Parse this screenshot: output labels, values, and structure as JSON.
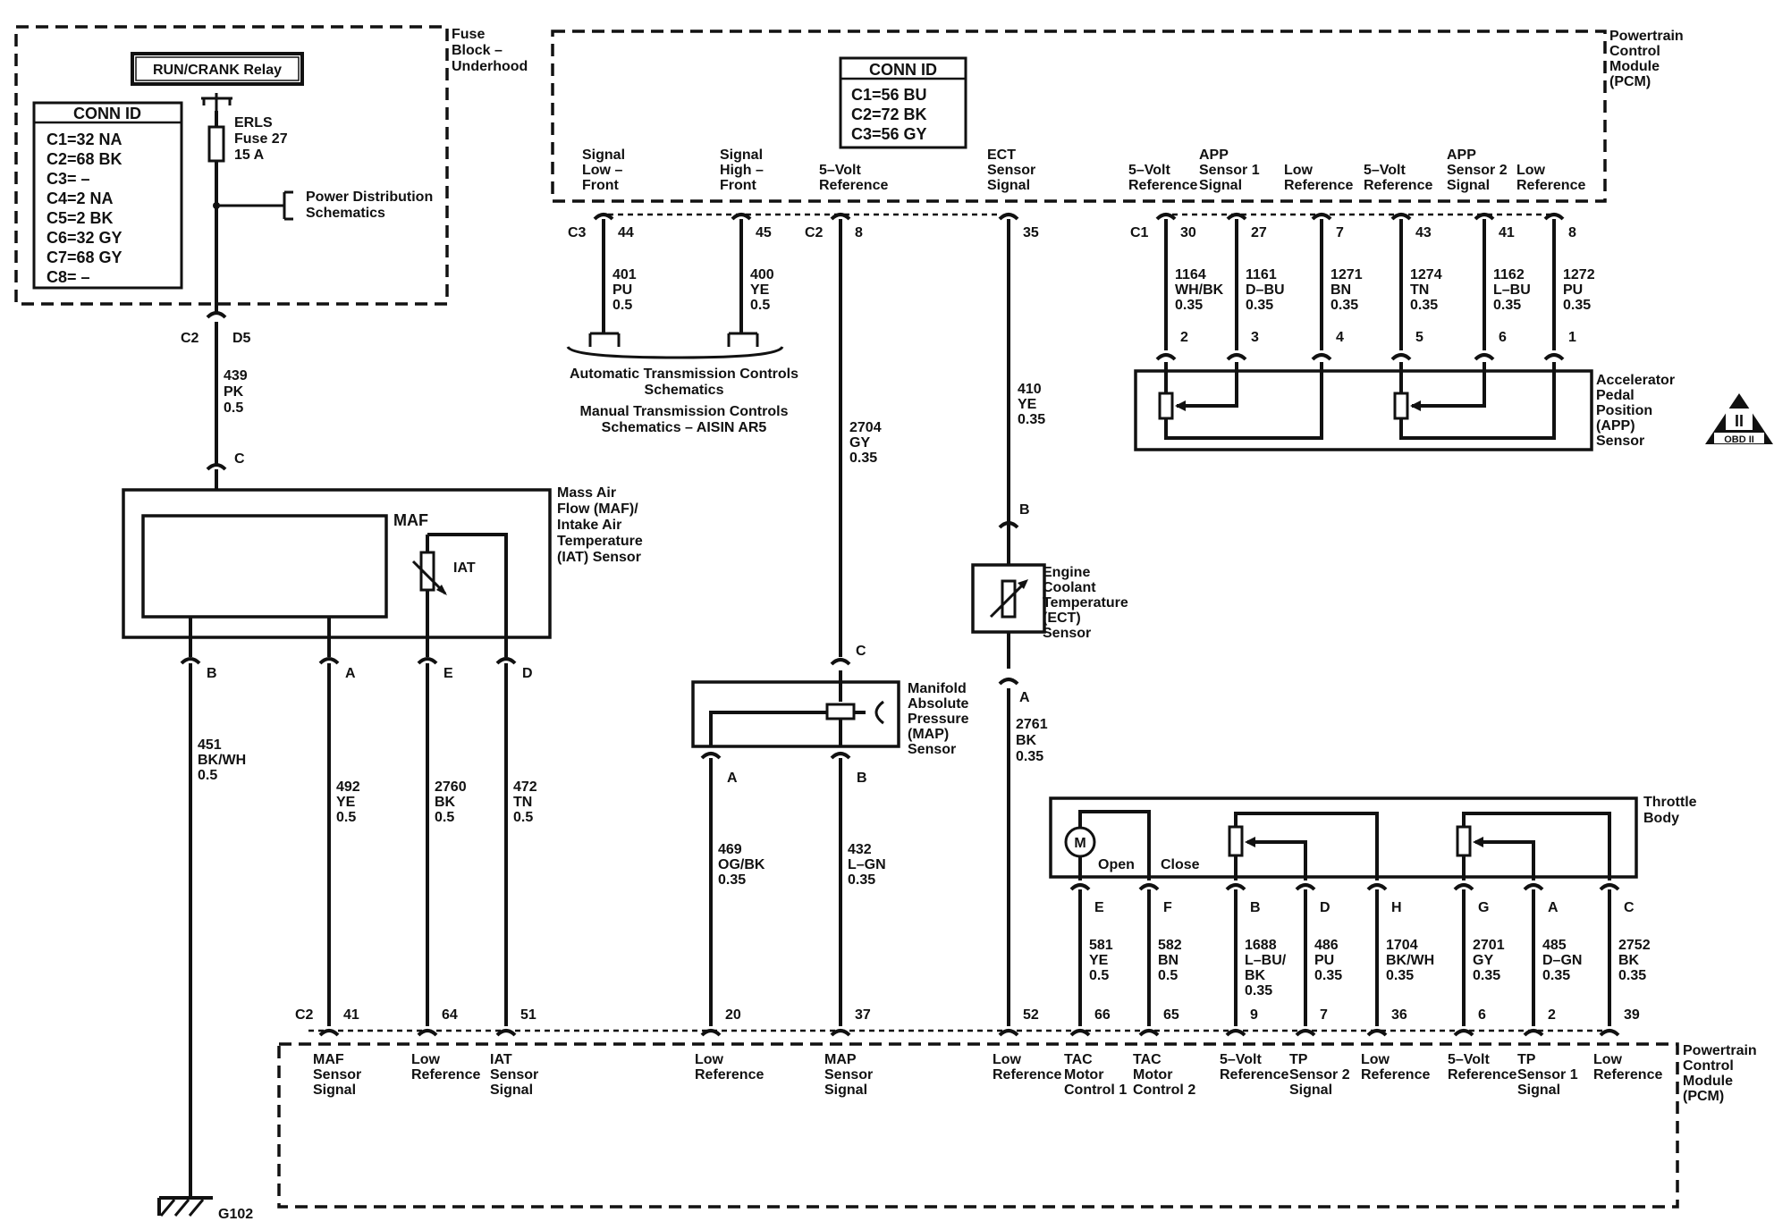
{
  "fuse_block": {
    "label": [
      "Fuse",
      "Block –",
      "Underhood"
    ],
    "relay": "RUN/CRANK Relay",
    "conn_title": "CONN ID",
    "conn_rows": [
      "C1=32 NA",
      "C2=68 BK",
      "C3= –",
      "C4=2 NA",
      "C5=2 BK",
      "C6=32 GY",
      "C7=68 GY",
      "C8= –"
    ],
    "fuse_label": [
      "ERLS",
      "Fuse 27",
      "15 A"
    ],
    "power_dist": [
      "Power Distribution",
      "Schematics"
    ]
  },
  "pcm_top": {
    "label": [
      "Powertrain",
      "Control",
      "Module",
      "(PCM)"
    ],
    "conn_title": "CONN ID",
    "conn_rows": [
      "C1=56 BU",
      "C2=72 BK",
      "C3=56 GY"
    ],
    "pins": [
      {
        "func": [
          "Signal",
          "Low –",
          "Front"
        ],
        "conn": "C3",
        "pin": "44",
        "wire": [
          "401",
          "PU",
          "0.5"
        ]
      },
      {
        "func": [
          "Signal",
          "High –",
          "Front"
        ],
        "conn": "",
        "pin": "45",
        "wire": [
          "400",
          "YE",
          "0.5"
        ]
      },
      {
        "func": [
          "5–Volt",
          "Reference"
        ],
        "conn": "C2",
        "pin": "8",
        "wire": [
          "2704",
          "GY",
          "0.35"
        ]
      },
      {
        "func": [
          "ECT",
          "Sensor",
          "Signal"
        ],
        "conn": "",
        "pin": "35",
        "wire": [
          "410",
          "YE",
          "0.35"
        ]
      },
      {
        "func": [
          "5–Volt",
          "Reference"
        ],
        "conn": "C1",
        "pin": "30",
        "wire": [
          "1164",
          "WH/BK",
          "0.35"
        ],
        "dest": "2"
      },
      {
        "func": [
          "APP",
          "Sensor 1",
          "Signal"
        ],
        "conn": "",
        "pin": "27",
        "wire": [
          "1161",
          "D–BU",
          "0.35"
        ],
        "dest": "3"
      },
      {
        "func": [
          "Low",
          "Reference"
        ],
        "conn": "",
        "pin": "7",
        "wire": [
          "1271",
          "BN",
          "0.35"
        ],
        "dest": "4"
      },
      {
        "func": [
          "5–Volt",
          "Reference"
        ],
        "conn": "",
        "pin": "43",
        "wire": [
          "1274",
          "TN",
          "0.35"
        ],
        "dest": "5"
      },
      {
        "func": [
          "APP",
          "Sensor 2",
          "Signal"
        ],
        "conn": "",
        "pin": "41",
        "wire": [
          "1162",
          "L–BU",
          "0.35"
        ],
        "dest": "6"
      },
      {
        "func": [
          "Low",
          "Reference"
        ],
        "conn": "",
        "pin": "8",
        "wire": [
          "1272",
          "PU",
          "0.35"
        ],
        "dest": "1"
      }
    ]
  },
  "trans_note": [
    "Automatic Transmission Controls",
    "Schematics",
    "Manual Transmission Controls",
    "Schematics – AISIN AR5"
  ],
  "app_sensor": {
    "label": [
      "Accelerator",
      "Pedal",
      "Position",
      "(APP)",
      "Sensor"
    ]
  },
  "obd": {
    "symbol": "II",
    "text": "OBD II"
  },
  "feed_wire": {
    "conn": "C2",
    "pin": "D5",
    "wire": [
      "439",
      "PK",
      "0.5"
    ],
    "maf_pin": "C"
  },
  "maf_sensor": {
    "label": [
      "Mass Air",
      "Flow (MAF)/",
      "Intake Air",
      "Temperature",
      "(IAT) Sensor"
    ],
    "maf": "MAF",
    "iat": "IAT",
    "pins": [
      "B",
      "A",
      "E",
      "D"
    ]
  },
  "wires_maf": [
    {
      "wire": [
        "451",
        "BK/WH",
        "0.5"
      ]
    },
    {
      "wire": [
        "492",
        "YE",
        "0.5"
      ]
    },
    {
      "wire": [
        "2760",
        "BK",
        "0.5"
      ]
    },
    {
      "wire": [
        "472",
        "TN",
        "0.5"
      ]
    }
  ],
  "ground": "G102",
  "ect_sensor": {
    "label": [
      "Engine",
      "Coolant",
      "Temperature",
      "(ECT)",
      "Sensor"
    ],
    "pin_top": "B",
    "pin_bottom": "A",
    "wire": [
      "2761",
      "BK",
      "0.35"
    ]
  },
  "map_sensor": {
    "label": [
      "Manifold",
      "Absolute",
      "Pressure",
      "(MAP)",
      "Sensor"
    ],
    "pin_top": "C",
    "pins": [
      "A",
      "B"
    ],
    "wires": [
      [
        "469",
        "OG/BK",
        "0.35"
      ],
      [
        "432",
        "L–GN",
        "0.35"
      ]
    ]
  },
  "throttle_body": {
    "label": [
      "Throttle",
      "Body"
    ],
    "motor": "M",
    "open": "Open",
    "close": "Close",
    "pins": [
      "E",
      "F",
      "B",
      "D",
      "H",
      "G",
      "A",
      "C"
    ],
    "wires": [
      [
        "581",
        "YE",
        "0.5"
      ],
      [
        "582",
        "BN",
        "0.5"
      ],
      [
        "1688",
        "L–BU/",
        "BK",
        "0.35"
      ],
      [
        "486",
        "PU",
        "0.35"
      ],
      [
        "1704",
        "BK/WH",
        "0.35"
      ],
      [
        "2701",
        "GY",
        "0.35"
      ],
      [
        "485",
        "D–GN",
        "0.35"
      ],
      [
        "2752",
        "BK",
        "0.35"
      ]
    ]
  },
  "pcm_bottom": {
    "label": [
      "Powertrain",
      "Control",
      "Module",
      "(PCM)"
    ],
    "conn": "C2",
    "pins": [
      {
        "pin": "41",
        "func": [
          "MAF",
          "Sensor",
          "Signal"
        ]
      },
      {
        "pin": "64",
        "func": [
          "Low",
          "Reference"
        ]
      },
      {
        "pin": "51",
        "func": [
          "IAT",
          "Sensor",
          "Signal"
        ]
      },
      {
        "pin": "20",
        "func": [
          "Low",
          "Reference"
        ]
      },
      {
        "pin": "37",
        "func": [
          "MAP",
          "Sensor",
          "Signal"
        ]
      },
      {
        "pin": "52",
        "func": [
          "Low",
          "Reference"
        ]
      },
      {
        "pin": "66",
        "func": [
          "TAC",
          "Motor",
          "Control 1"
        ]
      },
      {
        "pin": "65",
        "func": [
          "TAC",
          "Motor",
          "Control 2"
        ]
      },
      {
        "pin": "9",
        "func": [
          "5–Volt",
          "Reference"
        ]
      },
      {
        "pin": "7",
        "func": [
          "TP",
          "Sensor 2",
          "Signal"
        ]
      },
      {
        "pin": "36",
        "func": [
          "Low",
          "Reference"
        ]
      },
      {
        "pin": "6",
        "func": [
          "5–Volt",
          "Reference"
        ]
      },
      {
        "pin": "2",
        "func": [
          "TP",
          "Sensor 1",
          "Signal"
        ]
      },
      {
        "pin": "39",
        "func": [
          "Low",
          "Reference"
        ]
      }
    ]
  }
}
